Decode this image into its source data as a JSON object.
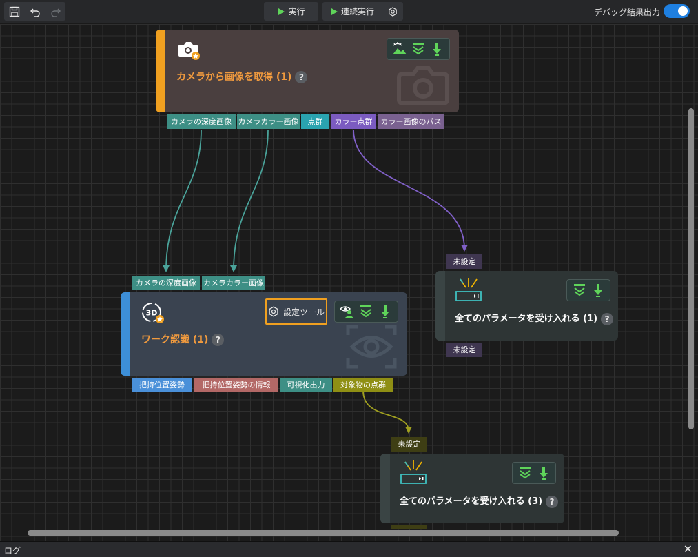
{
  "toolbar": {
    "save_icon": "save-icon",
    "undo_icon": "undo-icon",
    "redo_icon": "redo-icon",
    "run_label": "実行",
    "continuous_run_label": "連続実行",
    "debug_output_label": "デバッグ結果出力",
    "debug_output_enabled": true
  },
  "nodes": {
    "capture": {
      "title": "カメラから画像を取得 (1)",
      "help": "?",
      "accent_color": "#f0a020",
      "title_color": "#f09a3e",
      "outputs": [
        "カメラの深度画像",
        "カメラカラー画像",
        "点群",
        "カラー点群",
        "カラー画像のパス"
      ]
    },
    "recognition": {
      "title": "ワーク認識 (1)",
      "help": "?",
      "accent_color": "#3d8fd8",
      "title_color": "#f09a3e",
      "badge_3d": "3D",
      "config_tool_label": "設定ツール",
      "inputs": [
        "カメラの深度画像",
        "カメラカラー画像"
      ],
      "outputs": [
        "把持位置姿勢",
        "把持位置姿勢の情報",
        "可視化出力",
        "対象物の点群"
      ]
    },
    "receive1": {
      "title": "全てのパラメータを受け入れる (1)",
      "help": "?",
      "input": "未設定",
      "output": "未設定"
    },
    "receive3": {
      "title": "全てのパラメータを受け入れる (3)",
      "help": "?",
      "input": "未設定"
    }
  },
  "colors": {
    "teal_port": "#3d8f85",
    "cyan_port": "#2aa3b0",
    "purple_port": "#7b5bc0",
    "mauve_port": "#7a6190",
    "blue_port": "#4a90d9",
    "rose_port": "#b36866",
    "olive_port": "#8f8f14",
    "wire_teal": "#4aa39a",
    "wire_purple": "#8060c8",
    "wire_olive": "#a0a020"
  },
  "log": {
    "label": "ログ",
    "close": "✕"
  }
}
